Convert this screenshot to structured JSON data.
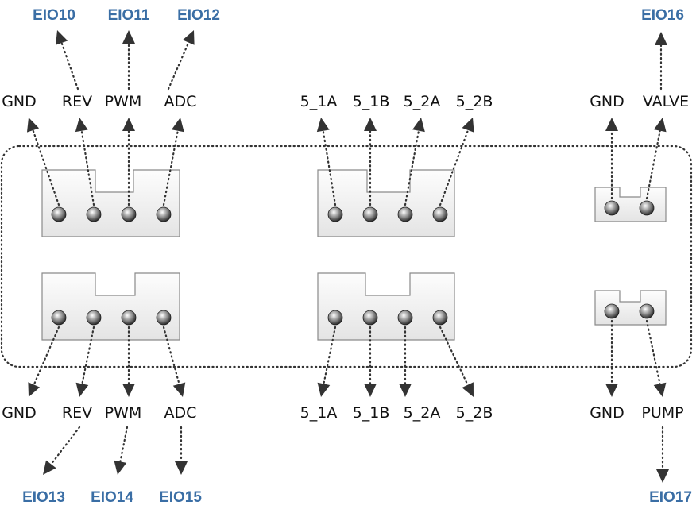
{
  "eio_top": [
    "EIO10",
    "EIO11",
    "EIO12",
    "EIO16"
  ],
  "eio_bottom": [
    "EIO13",
    "EIO14",
    "EIO15",
    "EIO17"
  ],
  "motor_top": {
    "pins": [
      "GND",
      "REV",
      "PWM",
      "ADC"
    ]
  },
  "stepper_top": {
    "pins": [
      "5_1A",
      "5_1B",
      "5_2A",
      "5_2B"
    ]
  },
  "valve": {
    "pins": [
      "GND",
      "VALVE"
    ]
  },
  "motor_bottom": {
    "pins": [
      "GND",
      "REV",
      "PWM",
      "ADC"
    ]
  },
  "stepper_bottom": {
    "pins": [
      "5_1A",
      "5_1B",
      "5_2A",
      "5_2B"
    ]
  },
  "pump": {
    "pins": [
      "GND",
      "PUMP"
    ]
  },
  "colors": {
    "eio_label": "#3a6ea5",
    "line": "#333333",
    "connector": "#f2f2f2"
  }
}
